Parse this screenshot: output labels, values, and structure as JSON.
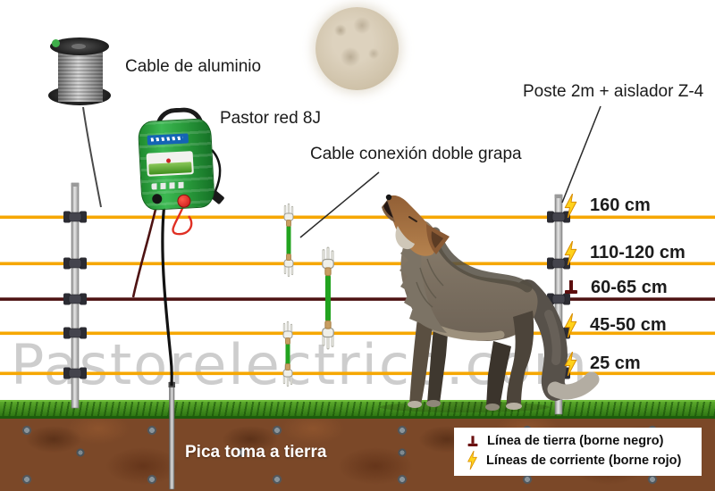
{
  "watermark": "Pastorelectrico.com",
  "annotations": {
    "cable_aluminio": "Cable de aluminio",
    "pastor": "Pastor red 8J",
    "cable_conexion": "Cable conexión doble grapa",
    "poste": "Poste 2m + aislador Z-4",
    "pica": "Pica toma a tierra"
  },
  "wire_heights": [
    {
      "icon": "lightning-icon",
      "type": "current",
      "label": "160 cm"
    },
    {
      "icon": "lightning-icon",
      "type": "current",
      "label": "110-120 cm"
    },
    {
      "icon": "ground-icon",
      "type": "ground",
      "label": "60-65 cm"
    },
    {
      "icon": "lightning-icon",
      "type": "current",
      "label": "45-50 cm"
    },
    {
      "icon": "lightning-icon",
      "type": "current",
      "label": "25 cm"
    }
  ],
  "legend": [
    {
      "icon": "ground-icon",
      "type": "ground",
      "label": "Línea de tierra (borne negro)"
    },
    {
      "icon": "lightning-icon",
      "type": "current",
      "label": "Líneas de corriente (borne rojo)"
    }
  ],
  "colors": {
    "wire_current": "#F6A700",
    "wire_ground": "#4E1212",
    "lightning_yellow": "#FFD21C",
    "ground_icon_red": "#5C0D0D",
    "energizer_green": "#2E9E3A",
    "jumper_green": "#22A31F",
    "soil_brown": "#7B4828",
    "grass_green": "#3F8F1E"
  }
}
